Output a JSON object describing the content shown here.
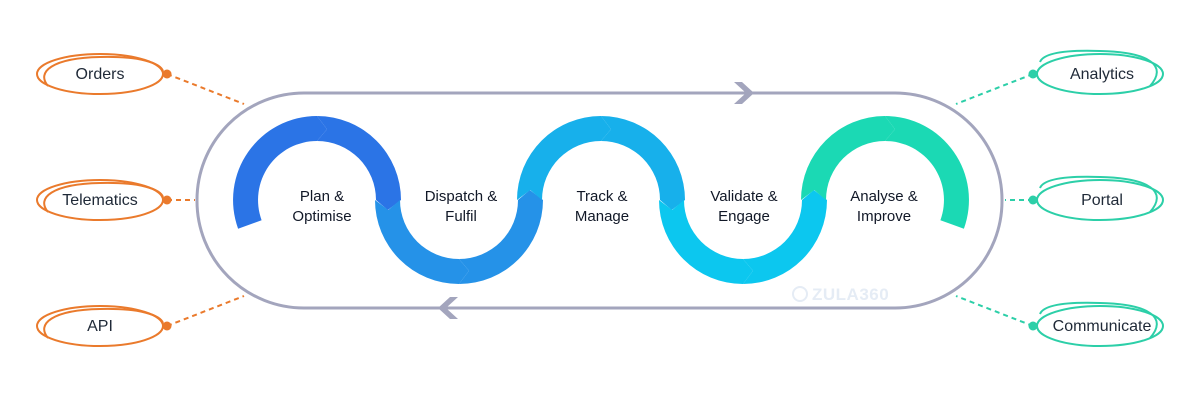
{
  "stages": [
    {
      "line1": "Plan &",
      "line2": "Optimise"
    },
    {
      "line1": "Dispatch &",
      "line2": "Fulfil"
    },
    {
      "line1": "Track &",
      "line2": "Manage"
    },
    {
      "line1": "Validate &",
      "line2": "Engage"
    },
    {
      "line1": "Analyse &",
      "line2": "Improve"
    }
  ],
  "inputs": [
    "Orders",
    "Telematics",
    "API"
  ],
  "outputs": [
    "Analytics",
    "Portal",
    "Communicate"
  ],
  "watermark": "ZULA360",
  "colors": {
    "input_accent": "#ea7a2c",
    "output_accent": "#2ccfa8",
    "loop_outline": "#9ea0b8",
    "arrow_gradient_start": "#2d76e6",
    "arrow_gradient_mid": "#13b6ec",
    "arrow_gradient_end": "#1fdca6"
  }
}
